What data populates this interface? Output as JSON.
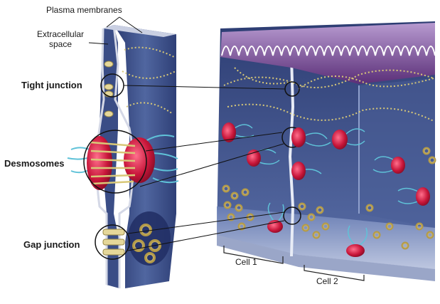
{
  "labels": {
    "plasma_membranes": "Plasma membranes",
    "extracellular_space": "Extracellular\nspace",
    "tight_junction": "Tight junction",
    "desmosomes": "Desmosomes",
    "gap_junction": "Gap junction",
    "cell_1": "Cell 1",
    "cell_2": "Cell 2"
  },
  "colors": {
    "cytoplasm_blue": "#3a4d86",
    "membrane_light": "#d4d8e6",
    "plaque_red": "#c8163a",
    "filament_cyan": "#5fc2d8",
    "connexon_gold": "#c7b26a",
    "microvilli_purple": "#7a4a8f"
  }
}
